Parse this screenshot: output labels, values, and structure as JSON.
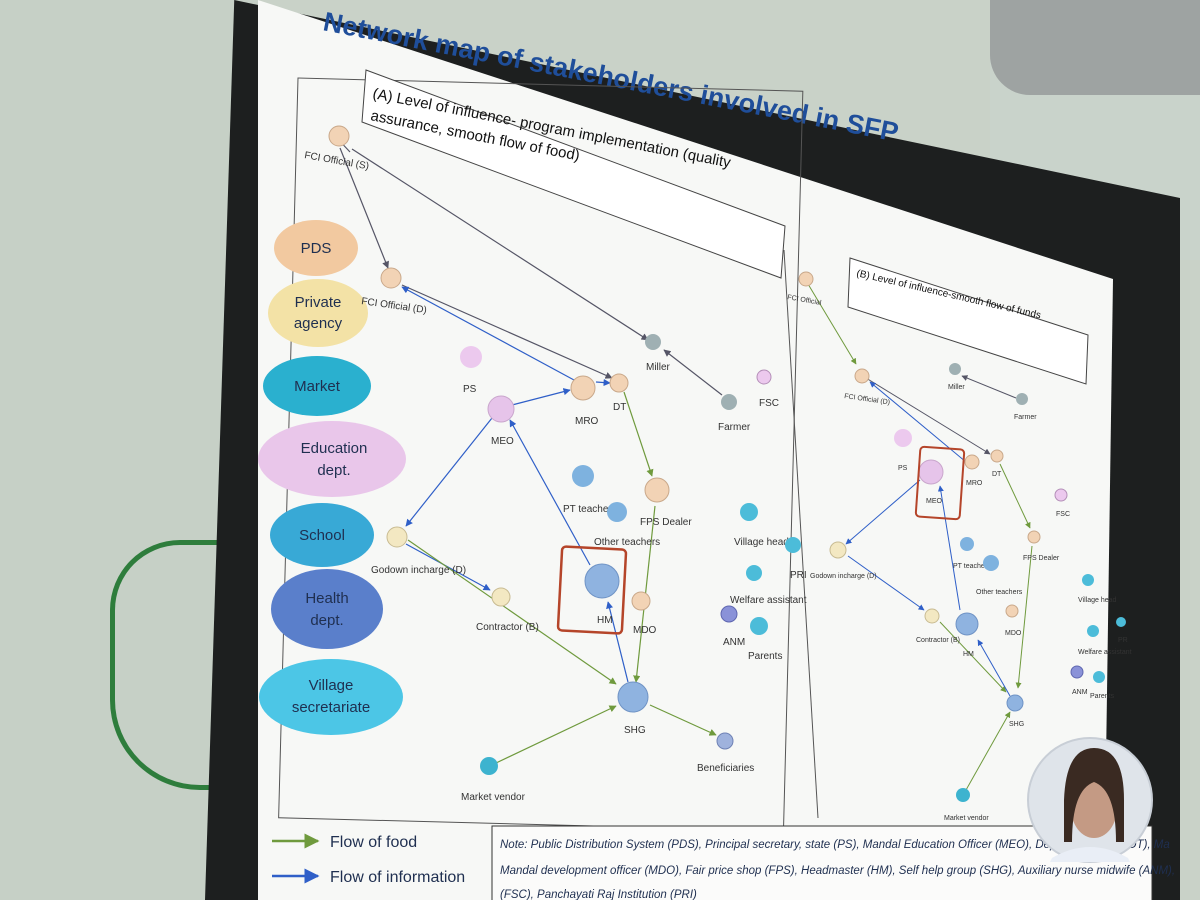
{
  "slide": {
    "title": "Network map of stakeholders involved in SFP",
    "panel_a": {
      "heading_line1": "(A) Level of influence- program implementation (quality",
      "heading_line2": "assurance, smooth flow of food)"
    },
    "panel_b": {
      "heading": "(B) Level of influence-smooth flow of funds"
    }
  },
  "legend": {
    "pds": "PDS",
    "private_line1": "Private",
    "private_line2": "agency",
    "market": "Market",
    "education_line1": "Education",
    "education_line2": "dept.",
    "school": "School",
    "health_line1": "Health",
    "health_line2": "dept.",
    "village_line1": "Village",
    "village_line2": "secretariate"
  },
  "key": {
    "food": "Flow of food",
    "information": "Flow of information"
  },
  "note": {
    "line1": "Note: Public Distribution System (PDS), Principal secretary, state (PS), Mandal Education Officer (MEO), Deputy Tehsildar (DT), Ma",
    "line2": "Mandal development officer (MDO), Fair price shop (FPS), Headmaster (HM), Self help group (SHG), Auxiliary nurse midwife (ANM),",
    "line3": "(FSC), Panchayati Raj Institution (PRI)"
  },
  "nodes_a": {
    "fci_s": "FCI Official (S)",
    "fci_d": "FCI Official (D)",
    "ps": "PS",
    "meo": "MEO",
    "mro": "MRO",
    "dt": "DT",
    "miller": "Miller",
    "farmer": "Farmer",
    "fsc": "FSC",
    "pt_teacher": "PT teacher",
    "other_teachers": "Other teachers",
    "fps_dealer": "FPS Dealer",
    "village_head": "Village head",
    "pri": "PRI",
    "godown": "Godown incharge (D)",
    "contractor": "Contractor (B)",
    "hm": "HM",
    "mdo": "MDO",
    "welfare": "Welfare assistant",
    "anm": "ANM",
    "parents": "Parents",
    "shg": "SHG",
    "beneficiaries": "Beneficiaries",
    "market_vendor": "Market vendor"
  },
  "nodes_b": {
    "fci_s": "FCI Official",
    "fci_d": "FCI Official (D)",
    "miller": "Miller",
    "farmer": "Farmer",
    "ps": "PS",
    "meo": "MEO",
    "mro": "MRO",
    "dt": "DT",
    "fsc": "FSC",
    "pt_teacher": "PT teacher",
    "other_teachers": "Other teachers",
    "fps_dealer": "FPS Dealer",
    "godown": "Godown incharge (D)",
    "contractor": "Contractor (B)",
    "hm": "HM",
    "mdo": "MDO",
    "village_head": "Village head",
    "welfare": "Welfare assistant",
    "anm": "ANM",
    "parents": "Parents",
    "shg": "SHG",
    "market_vendor": "Market vendor",
    "pri": "PR"
  },
  "colors": {
    "pds": "#f2c9a0",
    "private": "#f3e2a6",
    "market": "#2ab0cf",
    "education": "#e9c6ea",
    "school": "#38a9d6",
    "health": "#5a7fcb",
    "village": "#4cc6e6",
    "food_arrow": "#6f9a3d",
    "info_arrow": "#2f5fc8",
    "highlight": "#b5452a",
    "title": "#1f4e9a"
  }
}
